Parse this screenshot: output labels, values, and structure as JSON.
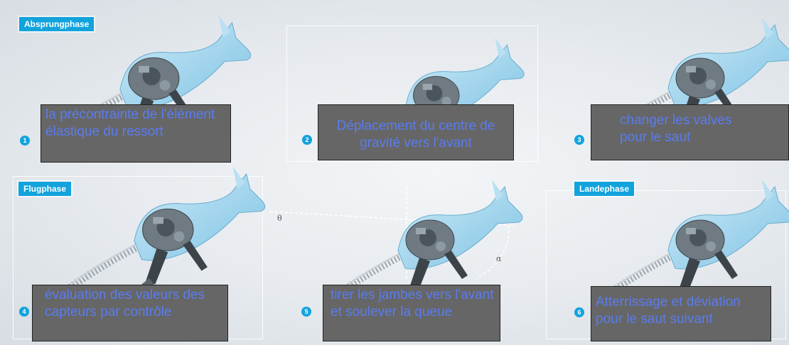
{
  "phases": {
    "takeoff": "Absprungphase",
    "flight": "Flugphase",
    "landing": "Landephase"
  },
  "steps": [
    {
      "number": "1",
      "caption": "la précontrainte de l'élément élastique du ressort"
    },
    {
      "number": "2",
      "caption": "Déplacement du centre de gravité vers l'avant"
    },
    {
      "number": "3",
      "caption": "changer les valves pour le saut"
    },
    {
      "number": "4",
      "caption": "évaluation des valeurs des capteurs par contrôle"
    },
    {
      "number": "5",
      "caption": "tirer les jambes vers l'avant et soulever la queue"
    },
    {
      "number": "6",
      "caption": "Atterrissage et déviation pour le saut suivant"
    }
  ],
  "angle_labels": {
    "theta": "θ",
    "alpha": "α"
  },
  "colors": {
    "accent": "#12a3dd",
    "caption_bg": "#666666",
    "caption_text": "#5a7cf0",
    "robot_body": "#a9d9ef"
  }
}
